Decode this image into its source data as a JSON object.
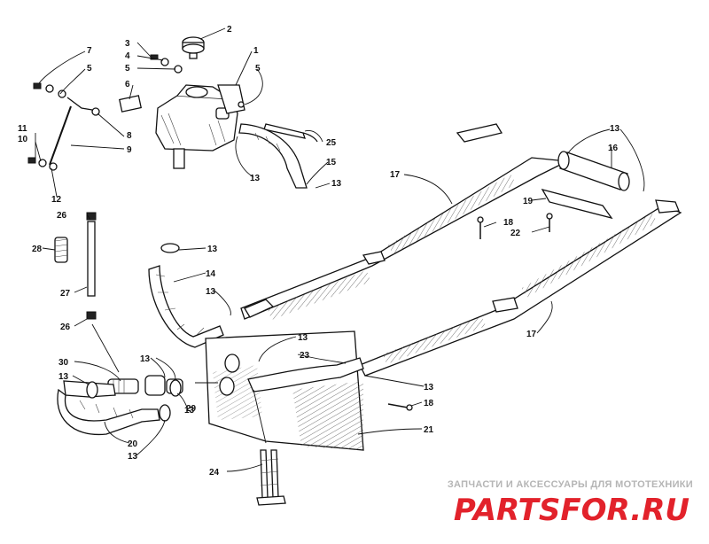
{
  "callouts": [
    {
      "id": "c2",
      "text": "2"
    },
    {
      "id": "c1",
      "text": "1"
    },
    {
      "id": "c3",
      "text": "3"
    },
    {
      "id": "c4",
      "text": "4"
    },
    {
      "id": "c5a",
      "text": "5"
    },
    {
      "id": "c5b",
      "text": "5"
    },
    {
      "id": "c5c",
      "text": "5"
    },
    {
      "id": "c6",
      "text": "6"
    },
    {
      "id": "c7",
      "text": "7"
    },
    {
      "id": "c8",
      "text": "8"
    },
    {
      "id": "c9",
      "text": "9"
    },
    {
      "id": "c10",
      "text": "10"
    },
    {
      "id": "c11",
      "text": "11"
    },
    {
      "id": "c12",
      "text": "12"
    },
    {
      "id": "c25",
      "text": "25"
    },
    {
      "id": "c15",
      "text": "15"
    },
    {
      "id": "c13a",
      "text": "13"
    },
    {
      "id": "c13b",
      "text": "13"
    },
    {
      "id": "c13c",
      "text": "13"
    },
    {
      "id": "c13d",
      "text": "13"
    },
    {
      "id": "c13e",
      "text": "13"
    },
    {
      "id": "c13f",
      "text": "13"
    },
    {
      "id": "c13g",
      "text": "13"
    },
    {
      "id": "c13h",
      "text": "13"
    },
    {
      "id": "c13i",
      "text": "13"
    },
    {
      "id": "c13j",
      "text": "13"
    },
    {
      "id": "c13k",
      "text": "13"
    },
    {
      "id": "c16",
      "text": "16"
    },
    {
      "id": "c17a",
      "text": "17"
    },
    {
      "id": "c17b",
      "text": "17"
    },
    {
      "id": "c18a",
      "text": "18"
    },
    {
      "id": "c18b",
      "text": "18"
    },
    {
      "id": "c19",
      "text": "19"
    },
    {
      "id": "c22",
      "text": "22"
    },
    {
      "id": "c26a",
      "text": "26"
    },
    {
      "id": "c26b",
      "text": "26"
    },
    {
      "id": "c28",
      "text": "28"
    },
    {
      "id": "c27",
      "text": "27"
    },
    {
      "id": "c14",
      "text": "14"
    },
    {
      "id": "c30",
      "text": "30"
    },
    {
      "id": "c29",
      "text": "29"
    },
    {
      "id": "c20",
      "text": "20"
    },
    {
      "id": "c23",
      "text": "23"
    },
    {
      "id": "c21",
      "text": "21"
    },
    {
      "id": "c24",
      "text": "24"
    }
  ],
  "watermark": {
    "caption": "ЗАПЧАСТИ И АКСЕССУАРЫ ДЛЯ МОТОТЕХНИКИ",
    "logo_text": "PARTSFOR.RU",
    "logo_color": "#e2222b",
    "caption_color": "#b5b5b5"
  }
}
